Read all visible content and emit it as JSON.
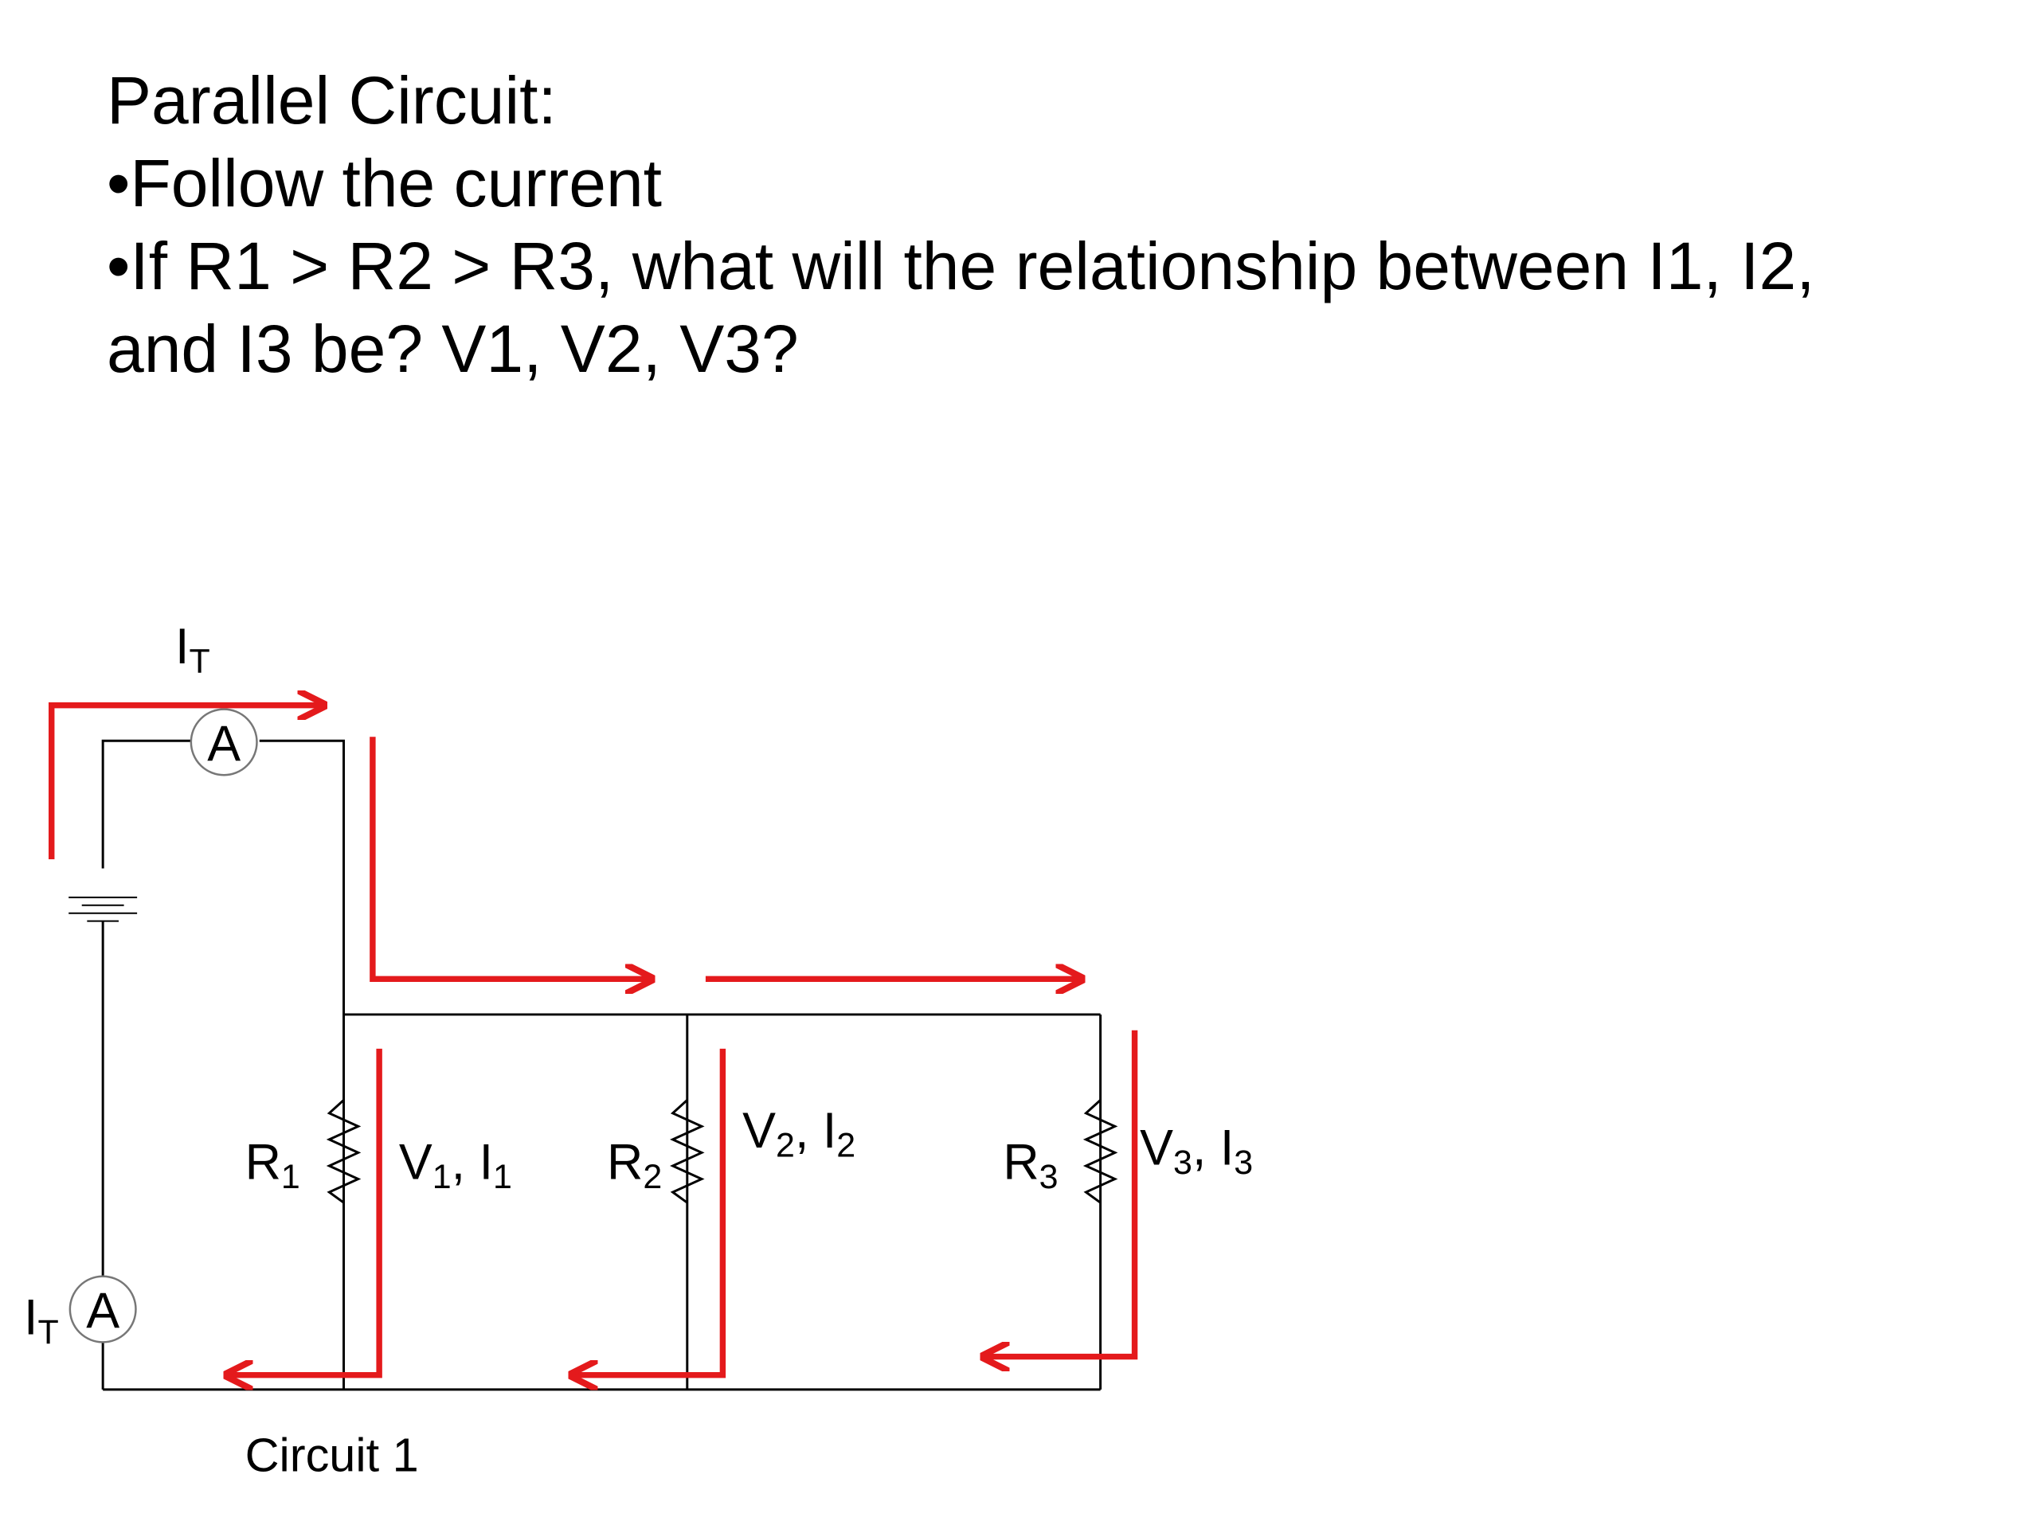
{
  "slide": {
    "title": "Parallel Circuit:",
    "bullets": [
      "•Follow the current",
      "•If R1 > R2 > R3, what will the relationship between I1, I2,",
      "and I3 be?  V1, V2, V3?"
    ]
  },
  "diagram": {
    "caption": "Circuit 1",
    "ammeter_symbol": "A",
    "total_current": {
      "main": "I",
      "sub": "T"
    },
    "branches": [
      {
        "resistor": "R",
        "index": "1",
        "v": "V",
        "i": "I"
      },
      {
        "resistor": "R",
        "index": "2",
        "v": "V",
        "i": "I"
      },
      {
        "resistor": "R",
        "index": "3",
        "v": "V",
        "i": "I"
      }
    ],
    "colors": {
      "wire": "#000000",
      "current_arrow": "#e41a1c",
      "meter_stroke": "#777777"
    }
  }
}
